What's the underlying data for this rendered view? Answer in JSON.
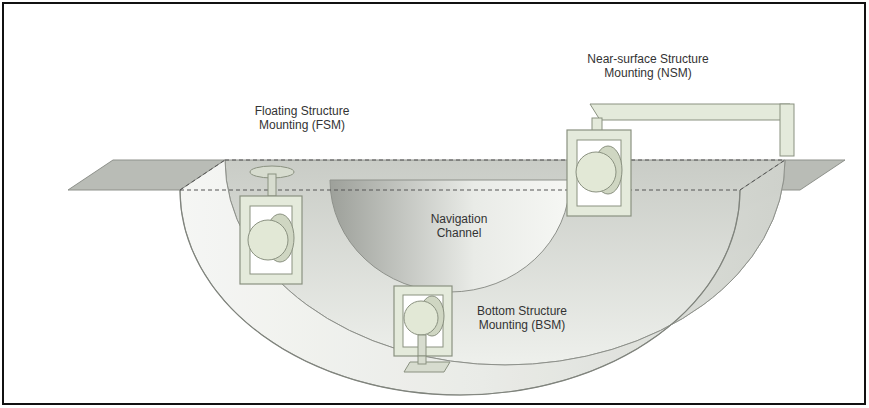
{
  "diagram": {
    "labels": [
      "Floating Structure Mounting (FSM)",
      "Near-surface Structure Mounting (NSM)",
      "Navigation Channel",
      "Bottom Structure Mounting (BSM)"
    ]
  }
}
